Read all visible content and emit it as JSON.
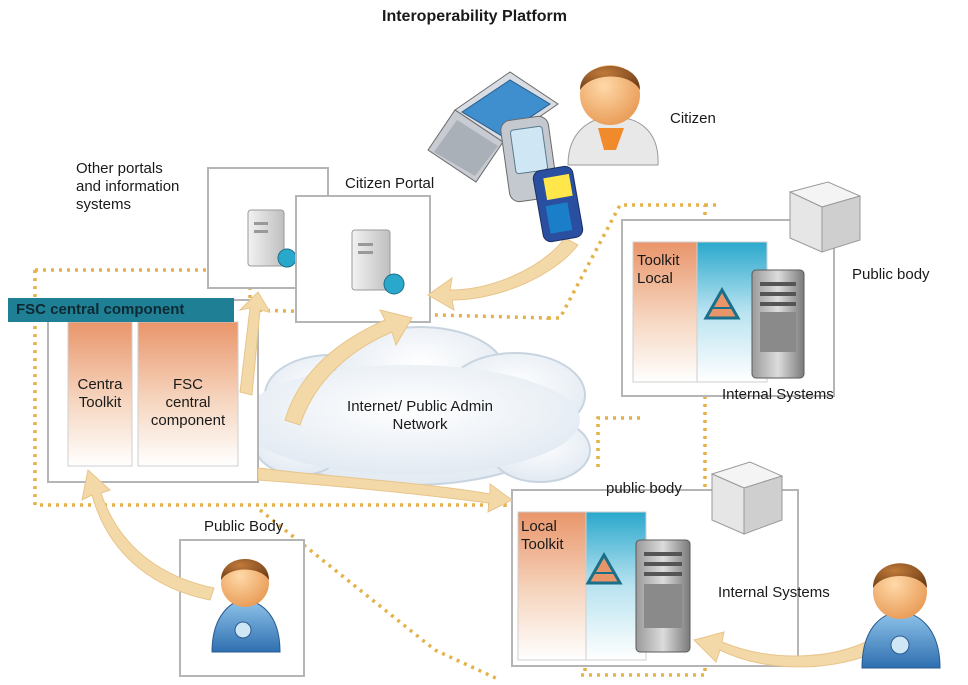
{
  "title": "Interoperability Platform",
  "labels": {
    "citizen": "Citizen",
    "citizen_portal": "Citizen Portal",
    "other_portals_1": "Other portals",
    "other_portals_2": "and information",
    "other_portals_3": "systems",
    "fsc_bar": "FSC  central component",
    "central_toolkit_1": "Centra",
    "central_toolkit_2": "Toolkit",
    "fsc_central_1": "FSC",
    "fsc_central_2": "central",
    "fsc_central_3": "component",
    "network_1": "Internet/ Public Admin",
    "network_2": "Network",
    "public_body_top": "Public body",
    "toolkit_local_1": "Toolkit",
    "toolkit_local_2": "Local",
    "internal_systems_top": "Internal Systems",
    "public_body_bottom": "public body",
    "local_toolkit_1": "Local",
    "local_toolkit_2": "Toolkit",
    "internal_systems_bottom": "Internal Systems",
    "public_body_left": "Public Body"
  },
  "colors": {
    "fsc_bar": "#1f7f94",
    "toolkit_orange": "#e8a070",
    "connector_blue": "#2aa8cc",
    "arrow": "#f3d8a8",
    "dotted_frame": "#e3b24a",
    "cloud": "#eef3f8"
  }
}
